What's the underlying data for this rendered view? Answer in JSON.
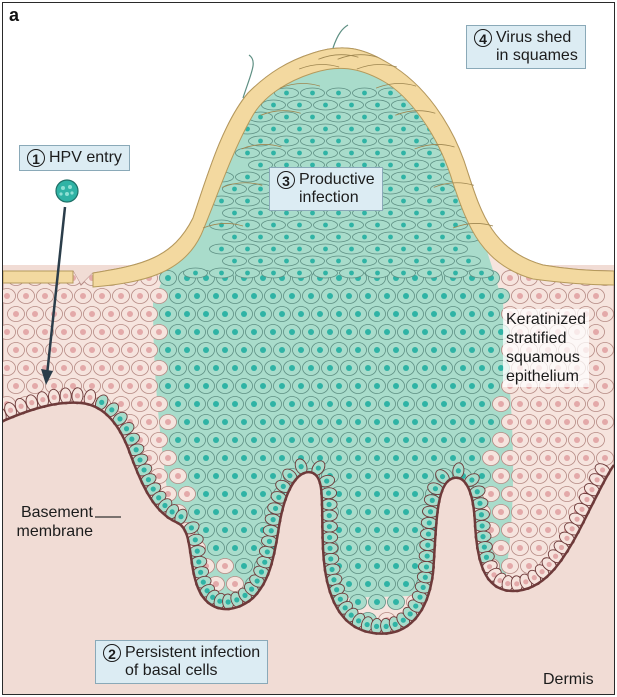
{
  "panel_label": "a",
  "callouts": {
    "hpv_entry": {
      "num": "1",
      "text": "HPV entry"
    },
    "persistent": {
      "num": "2",
      "line1": "Persistent infection",
      "line2": "of basal cells"
    },
    "productive": {
      "num": "3",
      "line1": "Productive",
      "line2": "infection"
    },
    "virus_shed": {
      "num": "4",
      "line1": "Virus shed",
      "line2": "in squames"
    }
  },
  "labels": {
    "epithelium": [
      "Keratinized",
      "stratified",
      "squamous",
      "epithelium"
    ],
    "basement": [
      "Basement",
      "membrane"
    ],
    "dermis": "Dermis"
  },
  "colors": {
    "dermis": "#f1dcd5",
    "infected_cell": "#a9dccb",
    "infected_nucleus": "#2fb3a5",
    "normal_cell": "#f6e4de",
    "normal_nucleus": "#e3a9a9",
    "keratin": "#f3d9a0",
    "outline": "#6e3a3a",
    "callout_fill": "#dcecf3"
  }
}
